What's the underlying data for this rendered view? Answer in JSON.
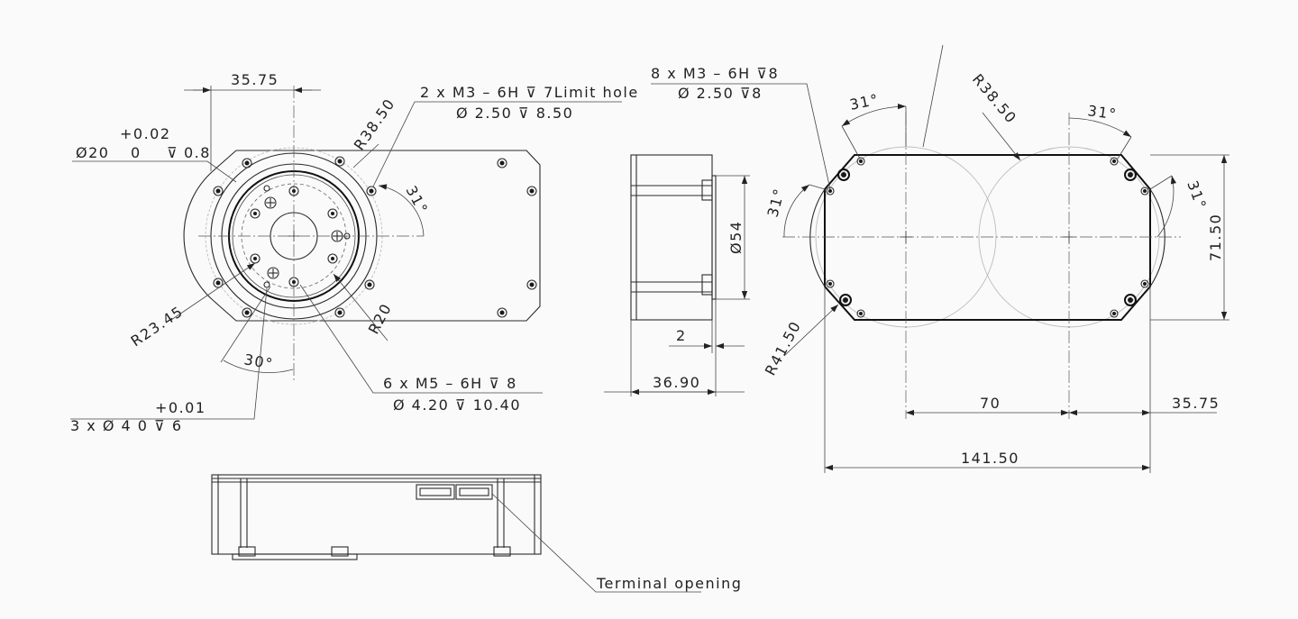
{
  "front_view": {
    "dim_width": "35.75",
    "tol_plus": "+0.02",
    "tol_zero": "0",
    "bore_dia": "Ø20",
    "bore_depth": "0.8",
    "radius_outer": "R38.50",
    "limit_hole_spec": "2 x  M3 – 6H  ⊽  7Limit hole",
    "limit_hole_drill": "Ø  2.50  ⊽  8.50",
    "angle_31": "31°",
    "radius_r2345": "R23.45",
    "radius_r20": "R20",
    "angle_30": "30°",
    "m5_spec": "6 x  M5 – 6H  ⊽  8",
    "m5_drill": "Ø  4.20  ⊽  10.40",
    "pin_tol_plus": "+0.01",
    "pin_spec": "3  x  Ø  4    0       ⊽  6"
  },
  "side_view": {
    "dia54": "Ø54",
    "dim_2": "2",
    "dim_3690": "36.90"
  },
  "back_view": {
    "m3_spec": "8  x    M3  –  6H  ⊽8",
    "m3_drill": "Ø  2.50  ⊽8",
    "angle_top_left": "31°",
    "angle_left": "31°",
    "radius_r3850": "R38.50",
    "angle_top_right": "31°",
    "angle_right": "31°",
    "height_7150": "71.50",
    "radius_r4150": "R41.50",
    "dim_70": "70",
    "dim_3575": "35.75",
    "dim_14150": "141.50"
  },
  "bottom_view": {
    "terminal_label": "Terminal  opening"
  }
}
